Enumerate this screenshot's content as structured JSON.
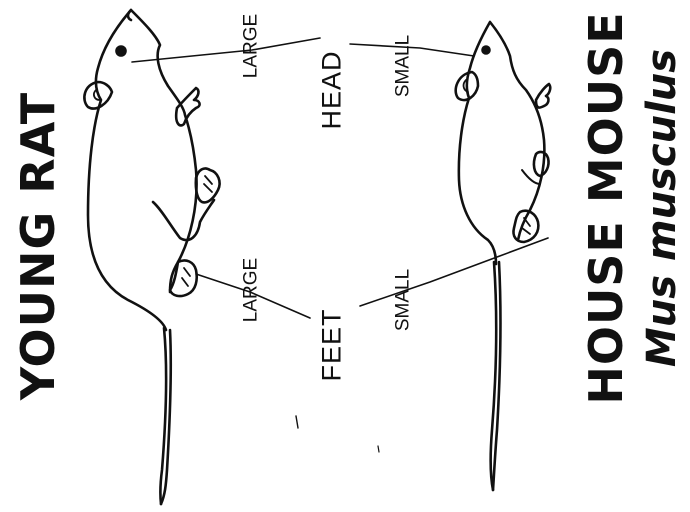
{
  "labels": {
    "young_rat": "YOUNG RAT",
    "house_mouse": "HOUSE MOUSE",
    "mus_musculus": "Mus musculus",
    "head": "HEAD",
    "feet": "FEET",
    "head_large": "LARGE",
    "head_small": "SMALL",
    "feet_large": "LARGE",
    "feet_small": "SMALL"
  },
  "colors": {
    "ink": "#111111",
    "paper": "#ffffff"
  }
}
